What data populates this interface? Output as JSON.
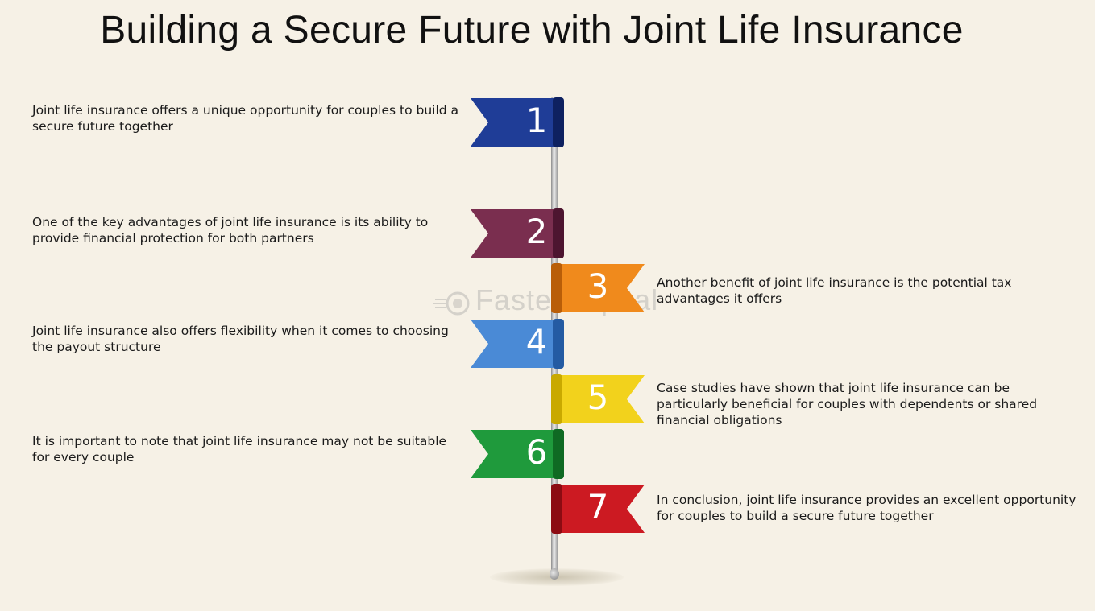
{
  "title": "Building a Secure Future with Joint Life Insurance",
  "watermark": "FasterCapital",
  "steps": [
    {
      "number": "1",
      "text": "Joint life insurance offers a unique opportunity for couples to build a secure future together",
      "side": "left",
      "color": "#1f3d97",
      "dark": "#0e2160"
    },
    {
      "number": "2",
      "text": "One of the key advantages of joint life insurance is its ability to provide financial protection for both partners",
      "side": "left",
      "color": "#7a2e4f",
      "dark": "#4d1530"
    },
    {
      "number": "3",
      "text": "Another benefit of joint life insurance is the potential tax advantages it offers",
      "side": "right",
      "color": "#f08a1c",
      "dark": "#b95e08"
    },
    {
      "number": "4",
      "text": "Joint life insurance also offers flexibility when it comes to choosing the payout structure",
      "side": "left",
      "color": "#4a8ad6",
      "dark": "#245ba3"
    },
    {
      "number": "5",
      "text": "Case studies have shown that joint life insurance can be particularly beneficial for couples with dependents or shared financial obligations",
      "side": "right",
      "color": "#f2d21c",
      "dark": "#c9a900"
    },
    {
      "number": "6",
      "text": "It is important to note that joint life insurance may not be suitable for every couple",
      "side": "left",
      "color": "#1f9a3c",
      "dark": "#0f6a23"
    },
    {
      "number": "7",
      "text": "In conclusion, joint life insurance provides an excellent opportunity for couples to build a secure future together",
      "side": "right",
      "color": "#cc1a22",
      "dark": "#8c0b12"
    }
  ]
}
